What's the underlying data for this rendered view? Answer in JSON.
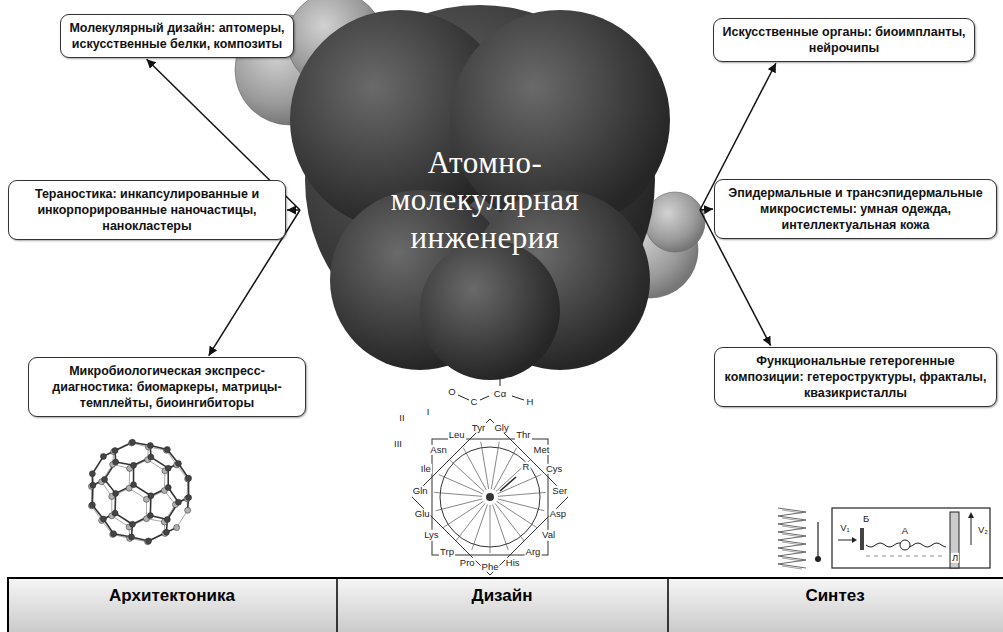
{
  "diagram": {
    "nodes": [
      {
        "text": [
          "Атомно- молекулярная инженерия"
        ]
      },
      {
        "text": [
          "Молекулярный дизайн: аптомеры, искусственные белки, композиты"
        ]
      },
      {
        "text": [
          "Тераностика: инкапсулированные и инкорпорированные наночастицы, нанокластеры"
        ]
      },
      {
        "text": [
          "Микробиологическая экспресс-диагностика: биомаркеры, матрицы-темплейты, биоингибиторы"
        ]
      },
      {
        "text": [
          "Искусственные органы: биоимпланты, нейрочипы"
        ]
      },
      {
        "text": [
          "Эпидермальные и трансэпидермальные микросистемы: умная одежда, интеллектуальная кожа"
        ]
      },
      {
        "text": [
          "Функциональные гетерогенные композиции: гетероструктуры, фракталы, квазикристаллы"
        ]
      }
    ],
    "edges": [
      {
        "from": 0,
        "to": 1,
        "arrow": "to"
      },
      {
        "from": 0,
        "to": 2,
        "arrow": "to"
      },
      {
        "from": 0,
        "to": 3,
        "arrow": "to"
      },
      {
        "from": 0,
        "to": 4,
        "arrow": "to"
      },
      {
        "from": 0,
        "to": 5,
        "arrow": "to"
      },
      {
        "from": 0,
        "to": 6,
        "arrow": "to"
      }
    ],
    "labels": [
      "Архитектоника",
      "Дизайн",
      "Синтез",
      "Gly",
      "Thr",
      "Met",
      "Cys",
      "Ser",
      "Asp",
      "Val",
      "Arg",
      "His",
      "Phe",
      "Pro",
      "Trp",
      "Lys",
      "Glu",
      "Gln",
      "Ile",
      "Asn",
      "Leu",
      "Tyr",
      "R",
      "I",
      "II",
      "III",
      "O",
      "C",
      "Cα",
      "H",
      "V₁",
      "V₂",
      "Б",
      "А",
      "Л"
    ]
  }
}
